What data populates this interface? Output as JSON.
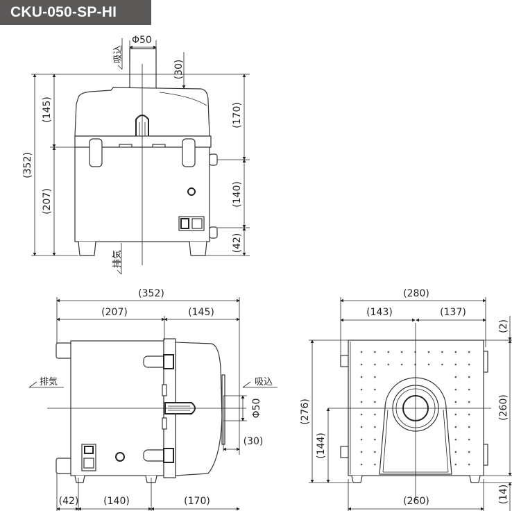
{
  "title": "CKU-050-SP-HI",
  "labels": {
    "intake": "吸込",
    "exhaust": "排気"
  },
  "front_view": {
    "dims": {
      "pipe_diameter": "Φ50",
      "pipe_height": "(30)",
      "total_height": "(352)",
      "upper_height": "(145)",
      "lower_height": "(207)",
      "right_upper": "(170)",
      "right_middle": "(140)",
      "right_lower": "(42)"
    }
  },
  "side_view": {
    "dims": {
      "total_length": "(352)",
      "rear_length": "(207)",
      "front_length": "(145)",
      "pipe_diameter": "Φ50",
      "pipe_length": "(30)",
      "bottom_left": "(42)",
      "bottom_middle": "(140)",
      "bottom_right": "(170)"
    }
  },
  "rear_view": {
    "dims": {
      "total_width": "(280)",
      "left_width": "(143)",
      "right_width": "(137)",
      "top_offset": "(2)",
      "total_height": "(276)",
      "center_height": "(144)",
      "body_height": "(260)",
      "foot_height": "(14)",
      "body_width": "(260)"
    }
  }
}
